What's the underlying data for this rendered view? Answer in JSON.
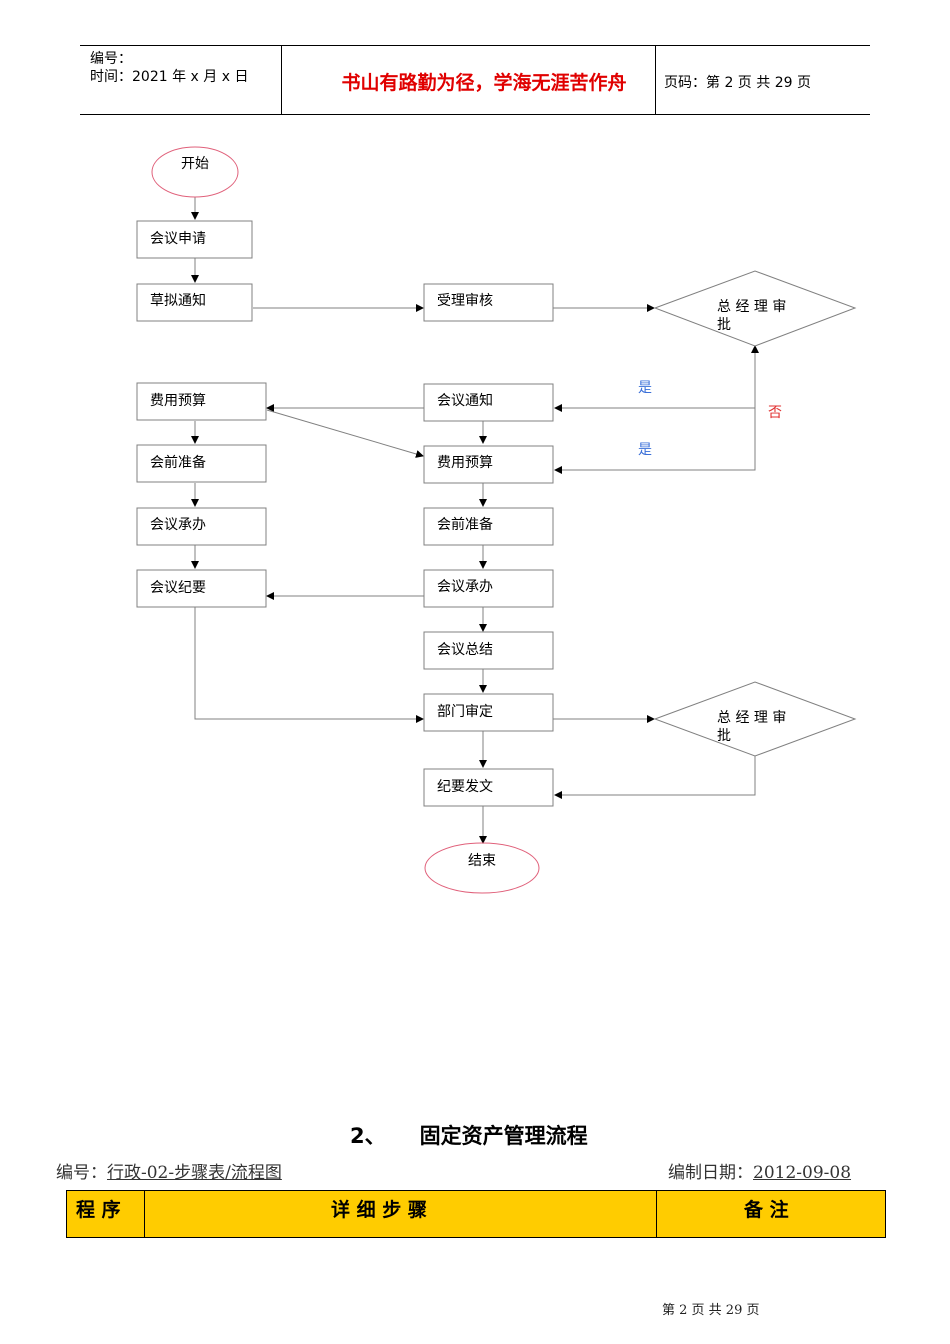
{
  "header": {
    "number_label": "编号：",
    "time_label": "时间：2021 年 x 月 x 日",
    "motto": "书山有路勤为径，学海无涯苦作舟",
    "page_label": "页码：第 2 页  共 29 页"
  },
  "flowchart": {
    "start": "开始",
    "end": "结束",
    "left_column": [
      "会议申请",
      "草拟通知",
      "费用预算",
      "会前准备",
      "会议承办",
      "会议纪要"
    ],
    "right_column": [
      "受理审核",
      "会议通知",
      "费用预算",
      "会前准备",
      "会议承办",
      "会议总结",
      "部门审定",
      "纪要发文"
    ],
    "decision_1": [
      "总 经 理 审",
      "批"
    ],
    "decision_2": [
      "总 经 理 审",
      "批"
    ],
    "yes_label_1": "是",
    "yes_label_2": "是",
    "no_label": "否",
    "colors": {
      "yes": "#3a6fd8",
      "no": "#e03030",
      "ellipse_border": "#e0607a",
      "box_border": "#808080"
    }
  },
  "section": {
    "number": "2、",
    "title": "固定资产管理流程",
    "code_label": "编号：",
    "code_value": "行政-02-步骤表/流程图",
    "date_label": "编制日期：",
    "date_value": "2012-09-08"
  },
  "steps_table": {
    "headers": [
      "程  序",
      "详 细 步 骤",
      "备    注"
    ],
    "header_bg": "#ffcc00"
  },
  "footer": "第  2  页  共  29  页"
}
